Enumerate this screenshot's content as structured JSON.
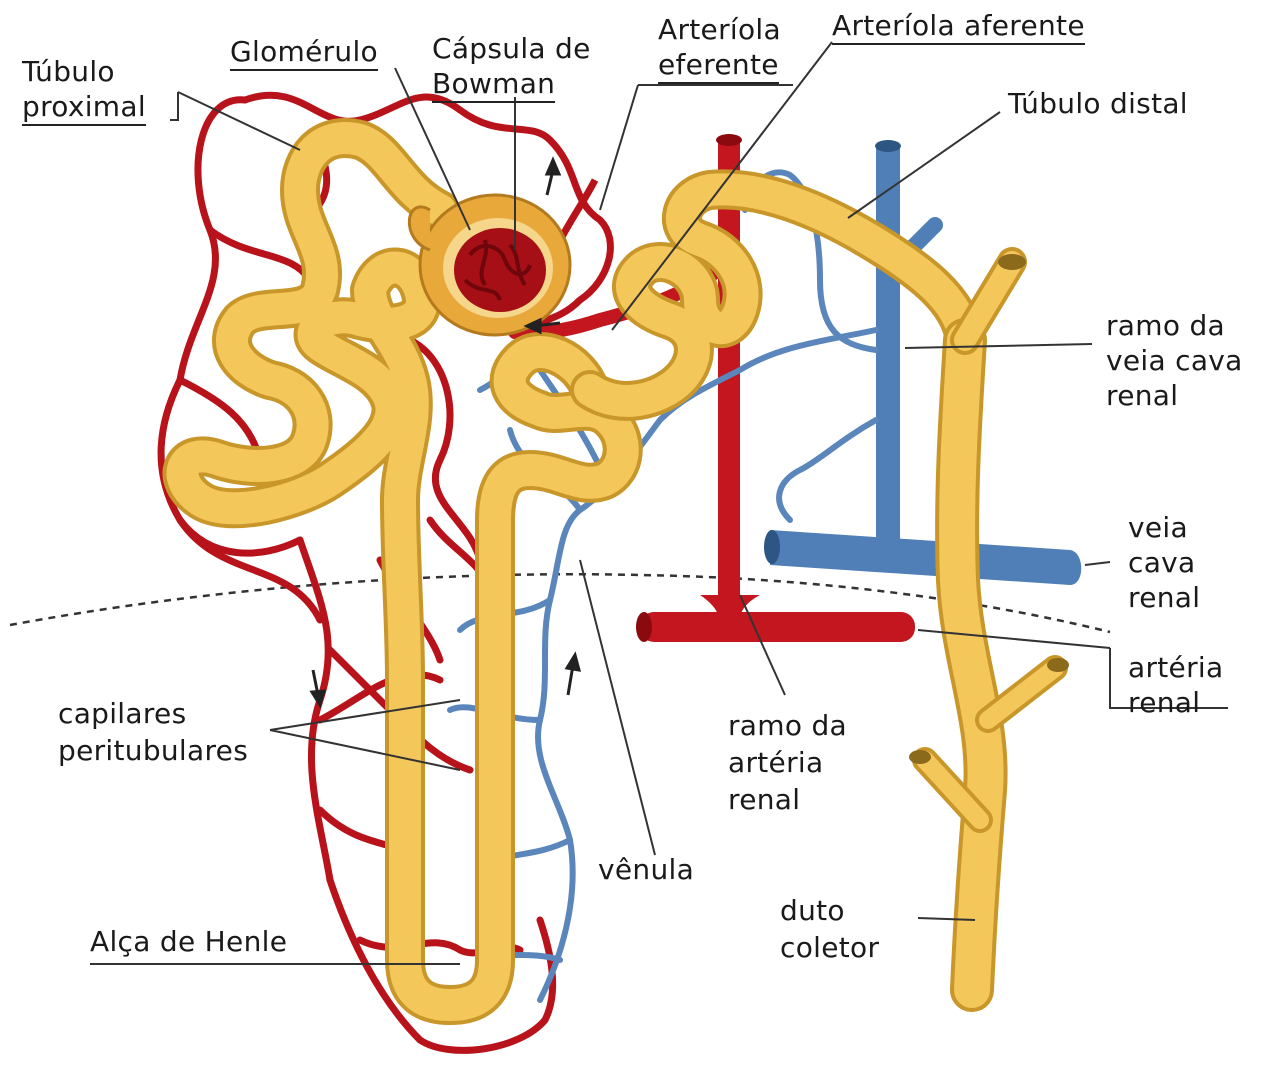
{
  "diagram": {
    "colors": {
      "artery": "#b8121b",
      "vein": "#4f7fb6",
      "tubule": "#f2c352",
      "tubule_outline": "#c9962a",
      "capsule": "#e9a93a",
      "line": "#333333"
    },
    "labels": {
      "tubulo_proximal_1": "Túbulo",
      "tubulo_proximal_2": "proximal",
      "glomerulo": "Glomérulo",
      "capsula_1": "Cápsula de",
      "capsula_2": "Bowman",
      "arteriola_eferente_1": "Arteríola",
      "arteriola_eferente_2": "eferente",
      "arteriola_aferente": "Arteríola aferente",
      "tubulo_distal": "Túbulo distal",
      "ramo_veia_1": "ramo da",
      "ramo_veia_2": "veia cava",
      "ramo_veia_3": "renal",
      "veia_cava_1": "veia",
      "veia_cava_2": "cava",
      "veia_cava_3": "renal",
      "arteria_renal_1": "artéria",
      "arteria_renal_2": "renal",
      "ramo_arteria_1": "ramo da",
      "ramo_arteria_2": "artéria",
      "ramo_arteria_3": "renal",
      "capilares_1": "capilares",
      "capilares_2": "peritubulares",
      "venula": "vênula",
      "duto_1": "duto",
      "duto_2": "coletor",
      "alca_henle": "Alça de Henle"
    }
  }
}
